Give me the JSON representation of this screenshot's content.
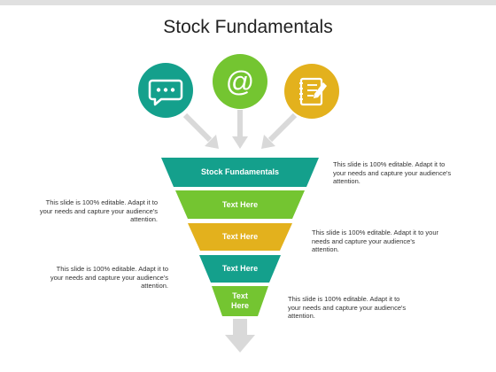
{
  "title": "Stock Fundamentals",
  "colors": {
    "teal": "#14a08c",
    "green": "#74c531",
    "gold": "#e3b11d",
    "arrow": "#d9d9d9"
  },
  "icons": [
    {
      "name": "chat-bubble-icon",
      "color": "#14a08c"
    },
    {
      "name": "at-sign-icon",
      "color": "#74c531"
    },
    {
      "name": "notepad-pen-icon",
      "color": "#e3b11d"
    }
  ],
  "funnel": [
    {
      "label": "Stock Fundamentals",
      "color": "#14a08c"
    },
    {
      "label": "Text Here",
      "color": "#74c531"
    },
    {
      "label": "Text Here",
      "color": "#e3b11d"
    },
    {
      "label": "Text Here",
      "color": "#14a08c"
    },
    {
      "label": "Text Here",
      "color": "#74c531"
    }
  ],
  "notes": [
    {
      "text": "This slide is 100% editable. Adapt it to your needs and capture your audience's attention."
    },
    {
      "text": "This slide is 100% editable. Adapt it to your needs and capture your audience's attention."
    },
    {
      "text": "This slide is 100% editable. Adapt it to your needs and capture your audience's attention."
    },
    {
      "text": "This slide is 100% editable. Adapt it to your needs and capture your audience's attention."
    },
    {
      "text": "This slide is 100% editable. Adapt it to your needs and capture your audience's attention."
    }
  ],
  "at_symbol": "@"
}
